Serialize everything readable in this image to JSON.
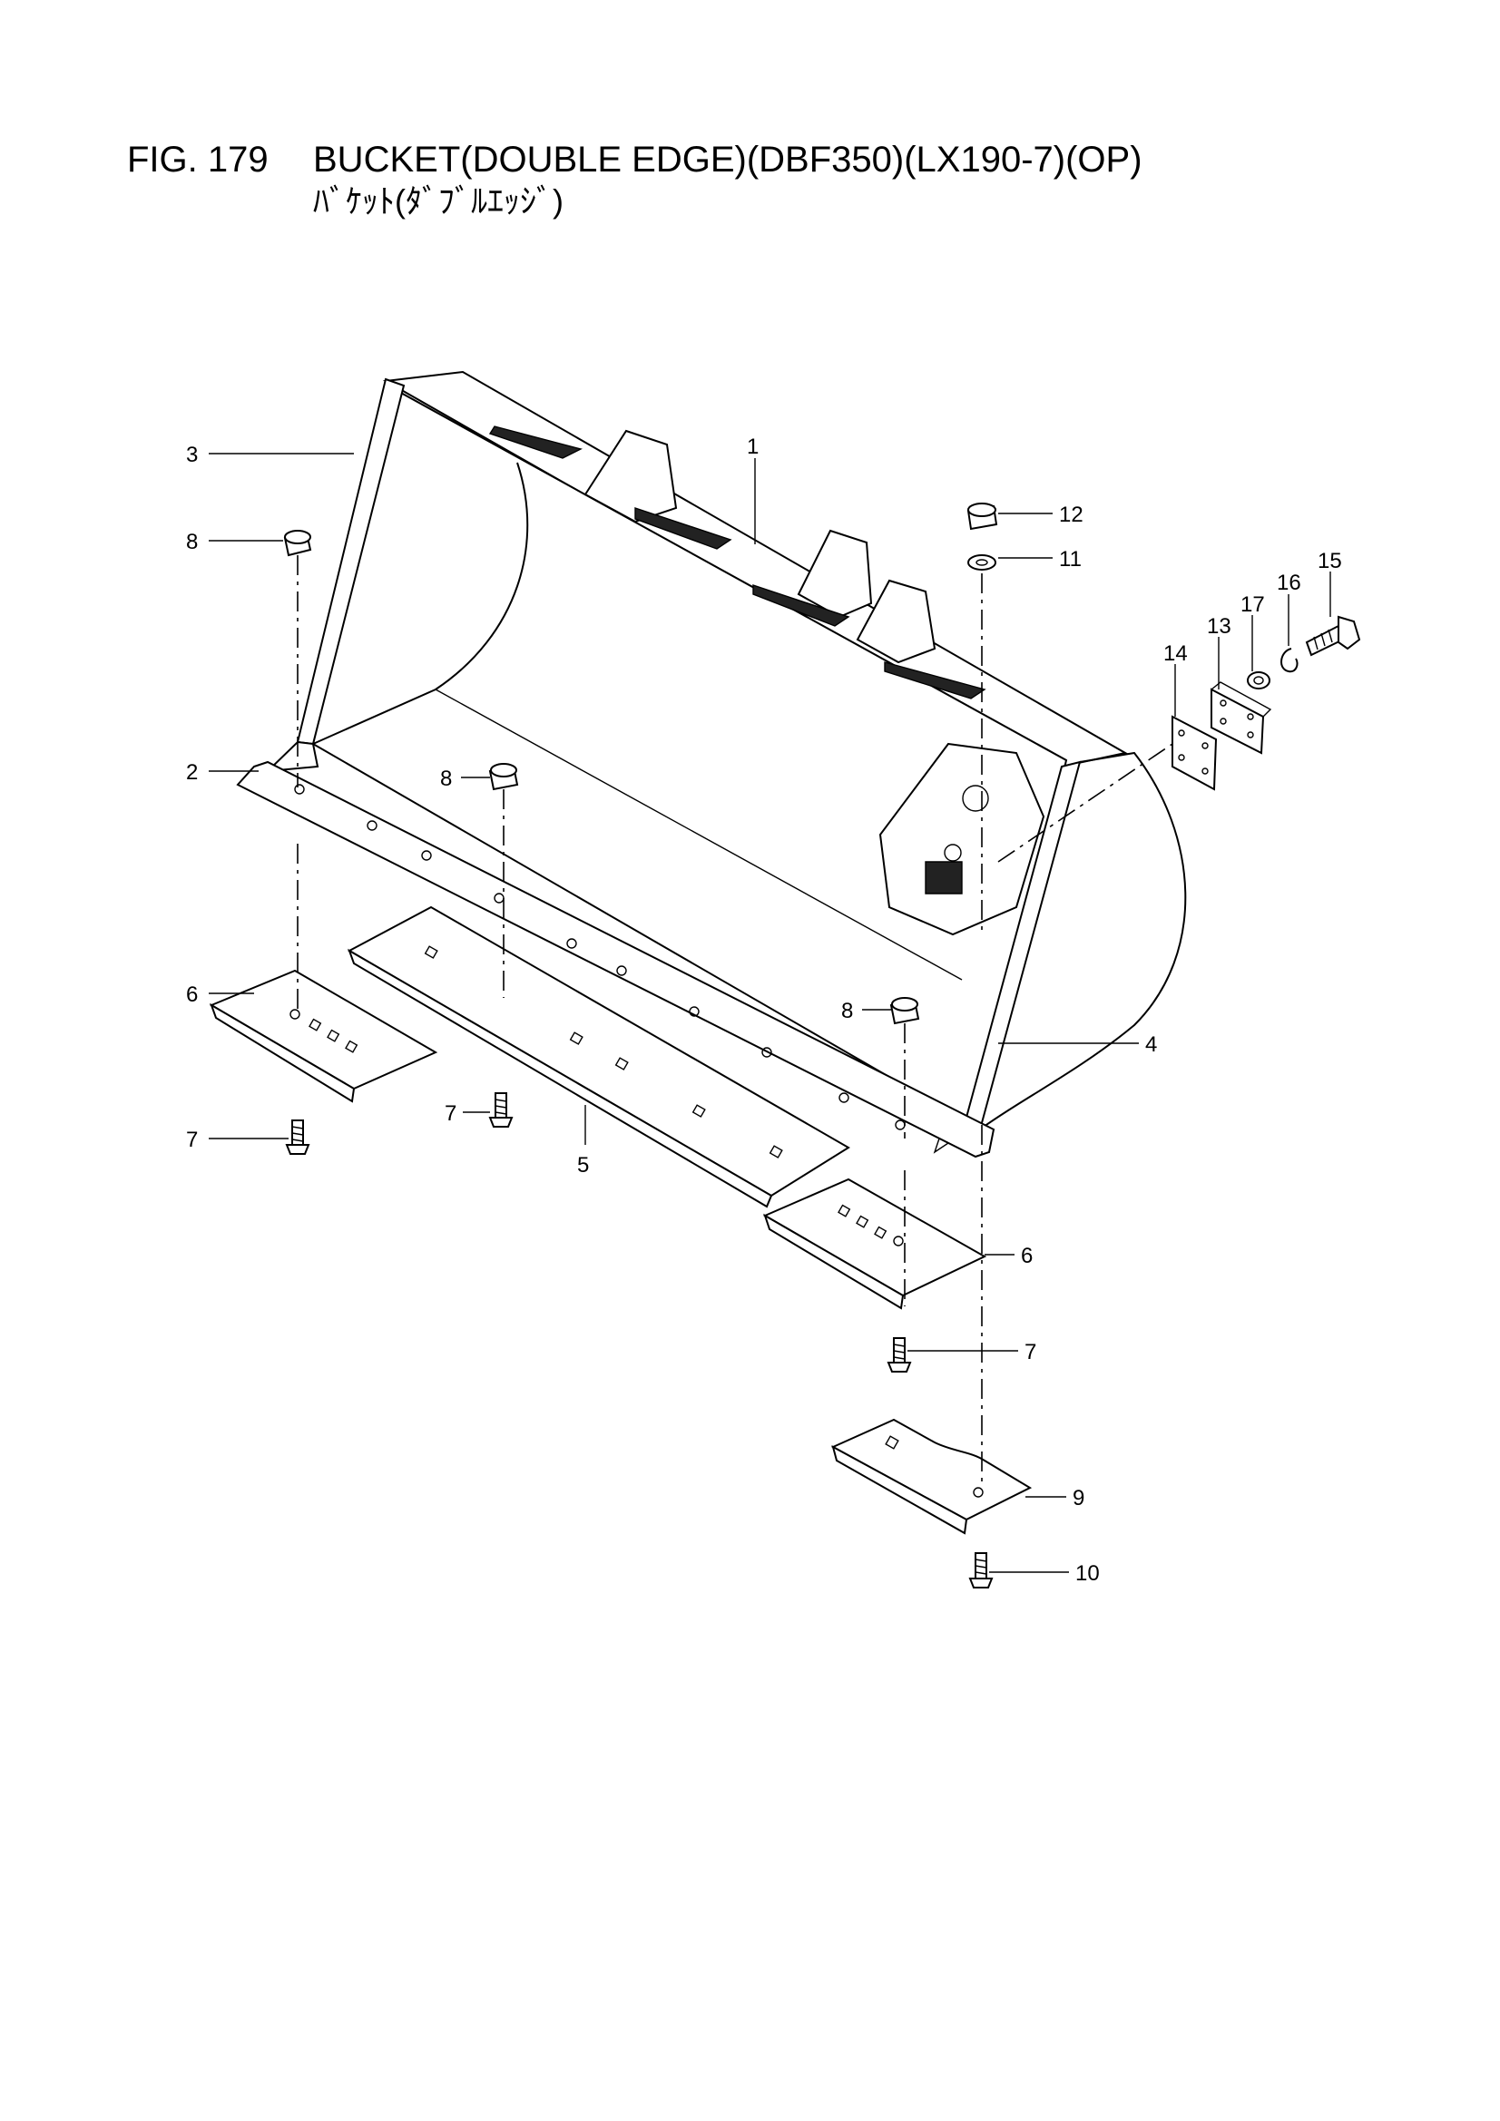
{
  "figure": {
    "number": "FIG. 179",
    "title": "BUCKET(DOUBLE EDGE)(DBF350)(LX190-7)(OP)",
    "subtitle": "ﾊﾞｹｯﾄ(ﾀﾞﾌﾞﾙｴｯｼﾞ)"
  },
  "callouts": {
    "c1": "1",
    "c2": "2",
    "c3": "3",
    "c4": "4",
    "c5": "5",
    "c6a": "6",
    "c6b": "6",
    "c7a": "7",
    "c7b": "7",
    "c7c": "7",
    "c8a": "8",
    "c8b": "8",
    "c8c": "8",
    "c9": "9",
    "c10": "10",
    "c11": "11",
    "c12": "12",
    "c13": "13",
    "c14": "14",
    "c15": "15",
    "c16": "16",
    "c17": "17"
  }
}
